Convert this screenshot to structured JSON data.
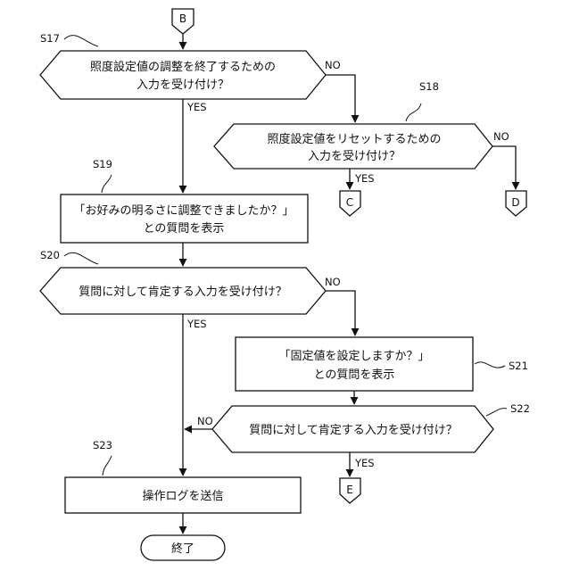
{
  "connectors": {
    "top": "B",
    "c": "C",
    "d": "D",
    "e": "E"
  },
  "steps": {
    "s17": {
      "label": "S17",
      "line1": "照度設定値の調整を終了するための",
      "line2": "入力を受け付け？"
    },
    "s18": {
      "label": "S18",
      "line1": "照度設定値をリセットするための",
      "line2": "入力を受け付け？"
    },
    "s19": {
      "label": "S19",
      "line1": "「お好みの明るさに調整できましたか？」",
      "line2": "との質問を表示"
    },
    "s20": {
      "label": "S20",
      "line1": "質問に対して肯定する入力を受け付け？"
    },
    "s21": {
      "label": "S21",
      "line1": "「固定値を設定しますか？」",
      "line2": "との質問を表示"
    },
    "s22": {
      "label": "S22",
      "line1": "質問に対して肯定する入力を受け付け？"
    },
    "s23": {
      "label": "S23",
      "line1": "操作ログを送信"
    },
    "end": {
      "line1": "終了"
    }
  },
  "branches": {
    "yes": "YES",
    "no": "NO"
  },
  "colors": {
    "stroke": "#111111",
    "fill": "#ffffff",
    "text": "#111111"
  }
}
